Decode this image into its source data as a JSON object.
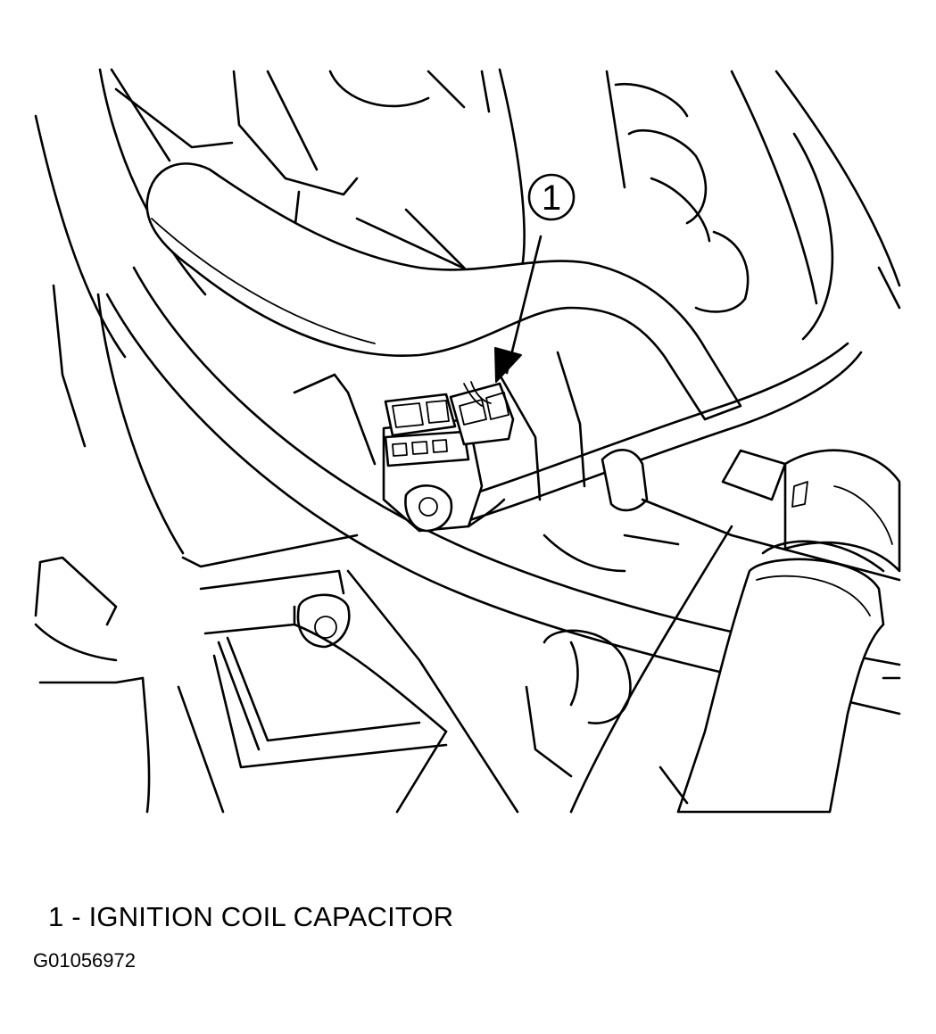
{
  "callout": {
    "number": "1"
  },
  "legend": {
    "text": "1 - IGNITION COIL CAPACITOR"
  },
  "figure_id": "G01056972",
  "icons": {
    "illustration": "engine-compartment-line-drawing",
    "arrow": "callout-arrow-icon"
  },
  "colors": {
    "ink": "#000000",
    "background": "#ffffff"
  }
}
